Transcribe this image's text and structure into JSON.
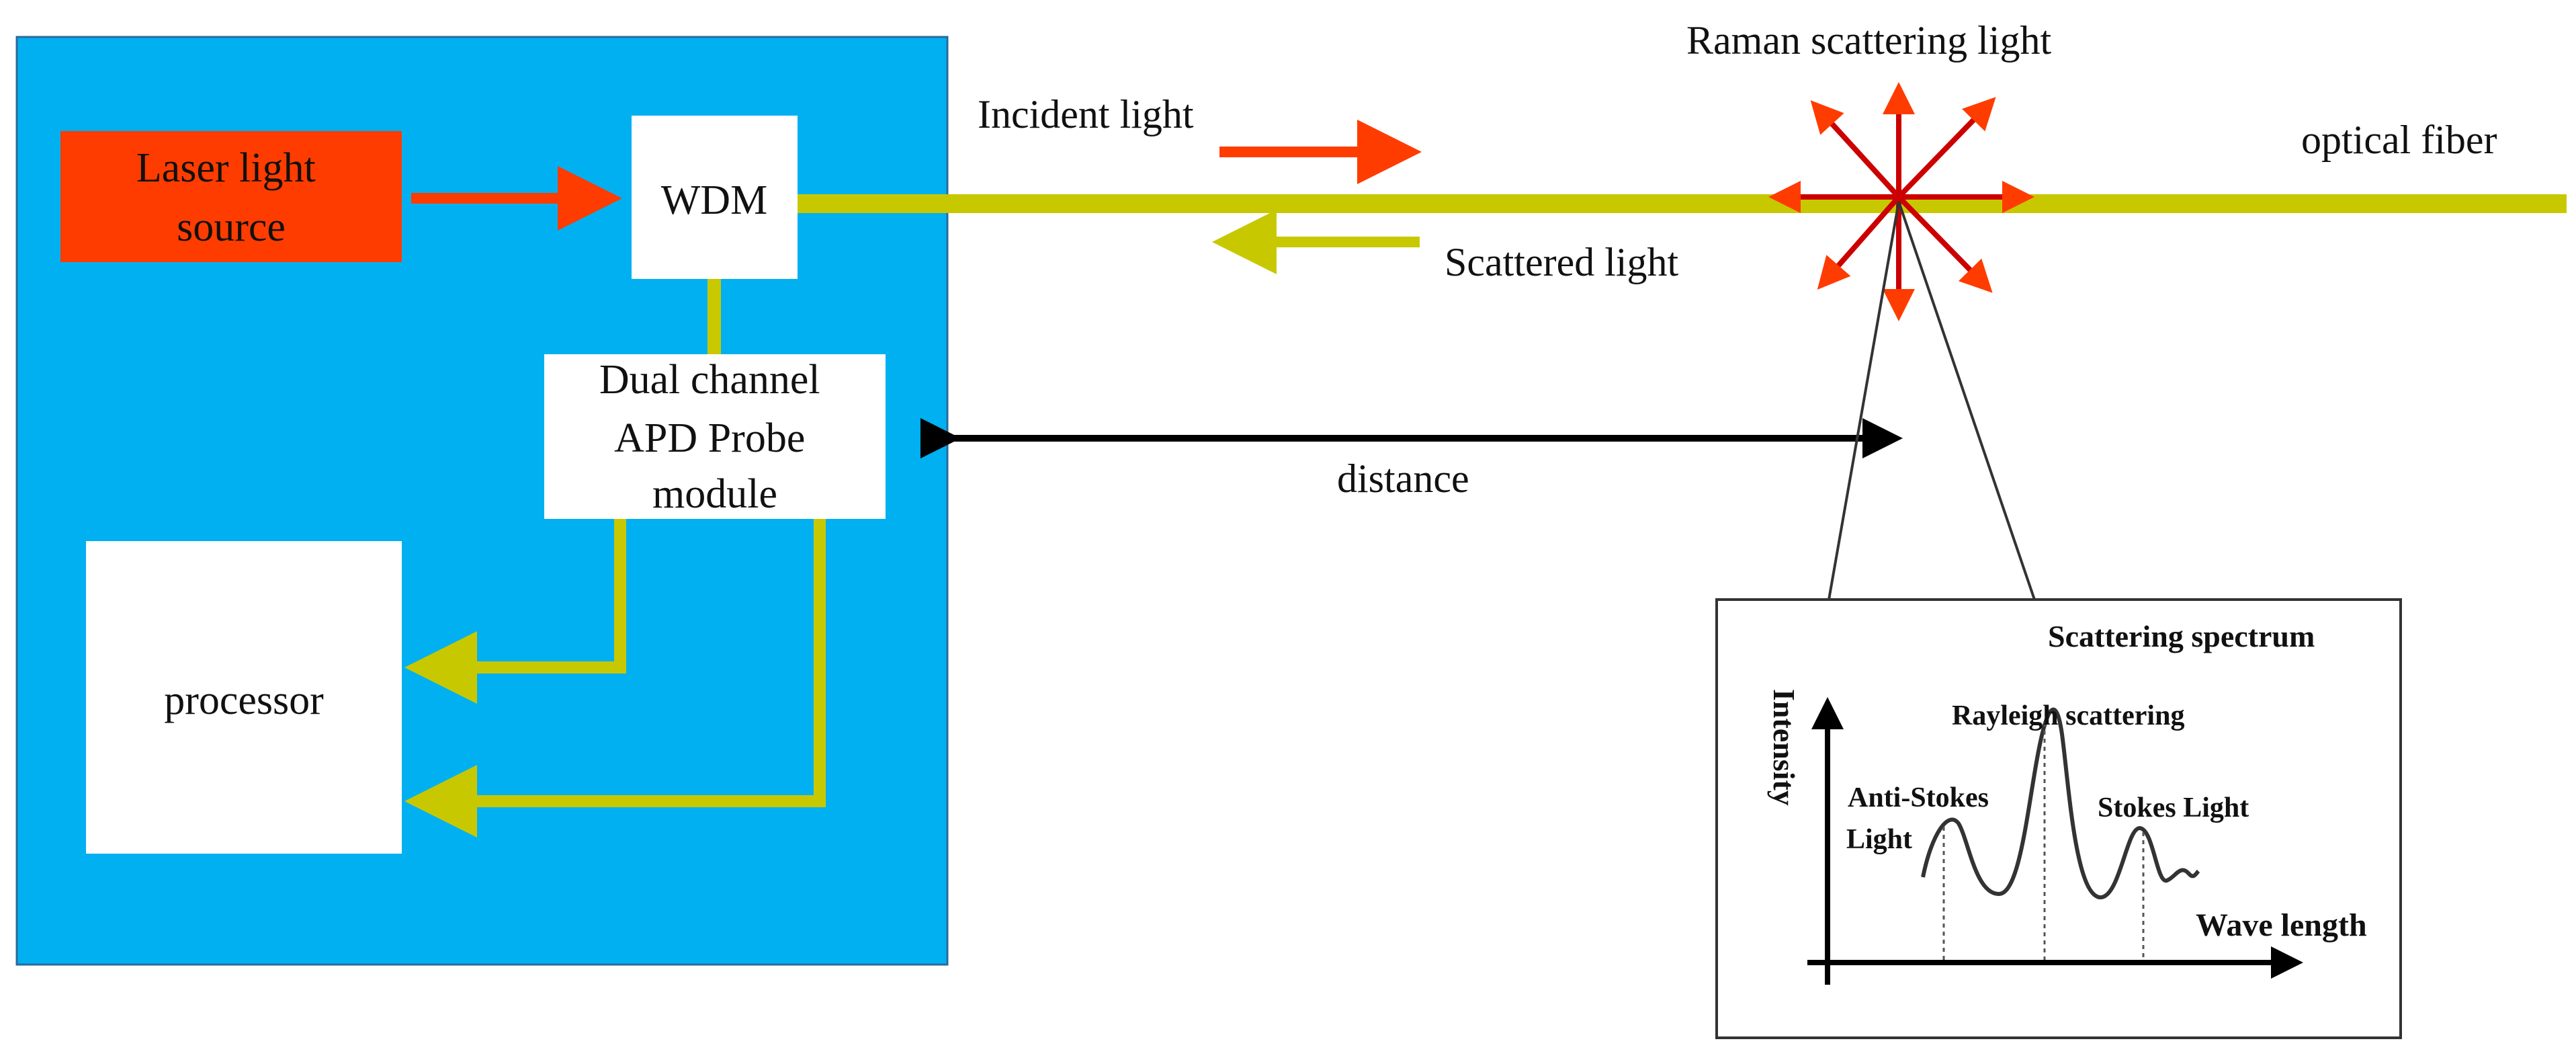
{
  "colors": {
    "panel": "#00b0f0",
    "laser": "#ff3c00",
    "fiber": "#c8c800",
    "raman_arrow": "#cc0000",
    "box": "#ffffff",
    "line": "#333333"
  },
  "blocks": {
    "laser": [
      "Laser light",
      "source"
    ],
    "wdm": "WDM",
    "apd": [
      "Dual channel",
      "APD Probe",
      "module"
    ],
    "processor": "processor"
  },
  "labels": {
    "incident": "Incident light",
    "scattered": "Scattered light",
    "raman": "Raman scattering light",
    "fiber": "optical fiber",
    "distance": "distance"
  },
  "spectrum": {
    "title": "Scattering spectrum",
    "ylabel": "Intensity",
    "xlabel": "Wave length",
    "peaks": {
      "rayleigh": "Rayleigh scattering",
      "anti_stokes": [
        "Anti-Stokes",
        "Light"
      ],
      "stokes": "Stokes Light"
    }
  }
}
